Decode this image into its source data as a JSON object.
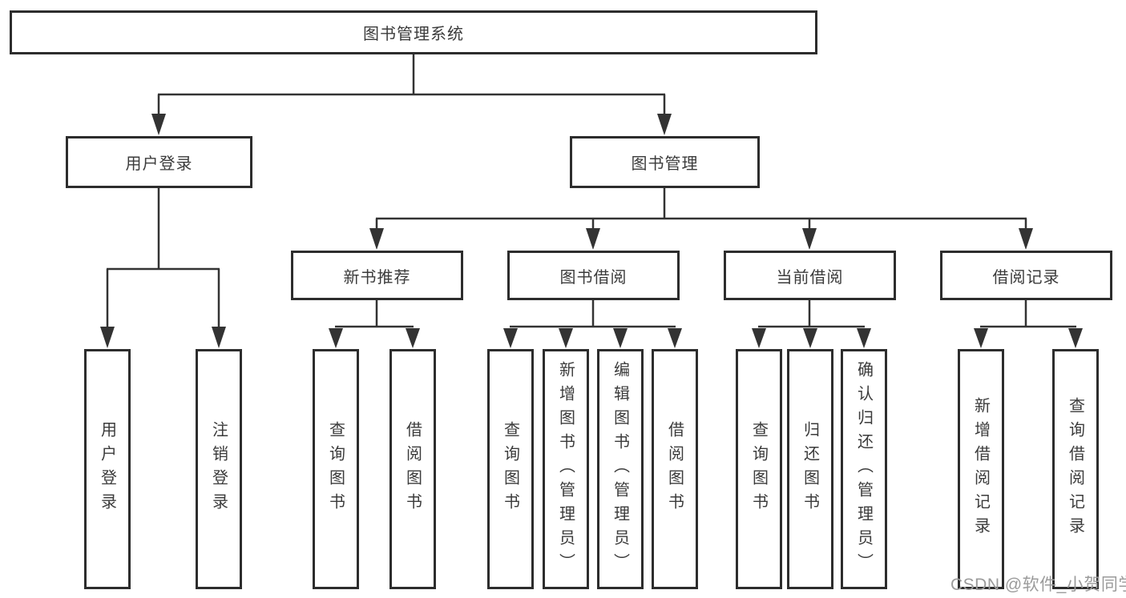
{
  "diagram": {
    "root": "图书管理系统",
    "l2": [
      "用户登录",
      "图书管理"
    ],
    "l3": [
      "新书推荐",
      "图书借阅",
      "当前借阅",
      "借阅记录"
    ],
    "leaves": [
      "用户登录",
      "注销登录",
      "查询图书",
      "借阅图书",
      "查询图书",
      "新增图书（管理员）",
      "编辑图书（管理员）",
      "借阅图书",
      "查询图书",
      "归还图书",
      "确认归还（管理员）",
      "新增借阅记录",
      "查询借阅记录"
    ],
    "hierarchy": {
      "图书管理系统": {
        "用户登录": [
          "用户登录",
          "注销登录"
        ],
        "图书管理": {
          "新书推荐": [
            "查询图书",
            "借阅图书"
          ],
          "图书借阅": [
            "查询图书",
            "新增图书（管理员）",
            "编辑图书（管理员）",
            "借阅图书"
          ],
          "当前借阅": [
            "查询图书",
            "归还图书",
            "确认归还（管理员）"
          ],
          "借阅记录": [
            "新增借阅记录",
            "查询借阅记录"
          ]
        }
      }
    }
  },
  "watermark": "CSDN @软件_小贺同学",
  "colors": {
    "line": "#333333",
    "box_border": "#2d2d2d",
    "text": "#3b3b3b",
    "background": "#ffffff",
    "watermark": "#9b9b9b"
  }
}
